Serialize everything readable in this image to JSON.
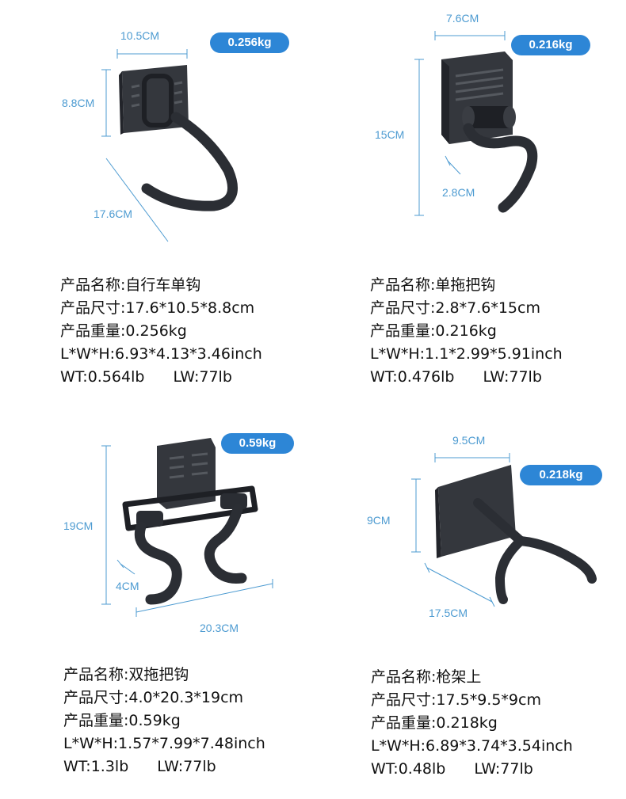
{
  "products": [
    {
      "id": "bike",
      "weight_badge": "0.256kg",
      "dims": [
        "10.5CM",
        "8.8CM",
        "17.6CM"
      ],
      "name": "产品名称:自行车单钩",
      "size": "产品尺寸:17.6*10.5*8.8cm",
      "weight": "产品重量:0.256kg",
      "lwh": "L*W*H:6.93*4.13*3.46inch",
      "wt": "WT:0.564lb",
      "lw": "LW:77lb"
    },
    {
      "id": "single-mop",
      "weight_badge": "0.216kg",
      "dims": [
        "7.6CM",
        "15CM",
        "2.8CM"
      ],
      "name": "产品名称:单拖把钩",
      "size": "产品尺寸:2.8*7.6*15cm",
      "weight": "产品重量:0.216kg",
      "lwh": "L*W*H:1.1*2.99*5.91inch",
      "wt": "WT:0.476lb",
      "lw": "LW:77lb"
    },
    {
      "id": "double-mop",
      "weight_badge": "0.59kg",
      "dims": [
        "19CM",
        "4CM",
        "20.3CM"
      ],
      "name": "产品名称:双拖把钩",
      "size": "产品尺寸:4.0*20.3*19cm",
      "weight": "产品重量:0.59kg",
      "lwh": "L*W*H:1.57*7.99*7.48inch",
      "wt": "WT:1.3lb",
      "lw": "LW:77lb"
    },
    {
      "id": "gun-rack",
      "weight_badge": "0.218kg",
      "dims": [
        "9.5CM",
        "9CM",
        "17.5CM"
      ],
      "name": "产品名称:枪架上",
      "size": "产品尺寸:17.5*9.5*9cm",
      "weight": "产品重量:0.218kg",
      "lwh": "L*W*H:6.89*3.74*3.54inch",
      "wt": "WT:0.48lb",
      "lw": "LW:77lb"
    }
  ],
  "colors": {
    "dimension": "#4d9bd1",
    "badge": "#2d86d6",
    "product": "#2f3238"
  }
}
